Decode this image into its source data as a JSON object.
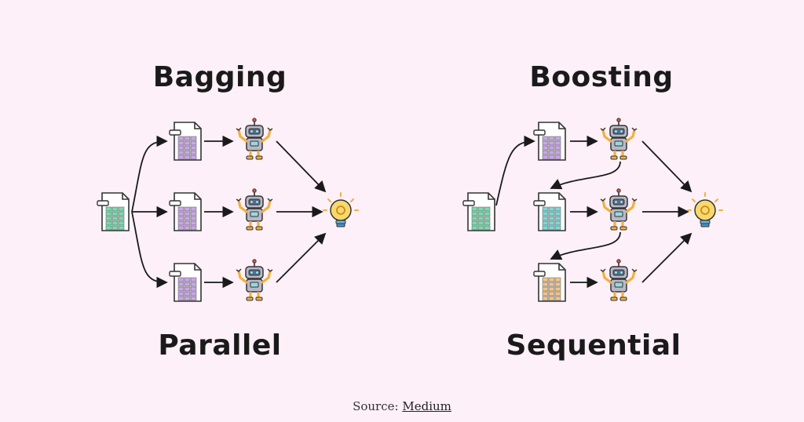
{
  "titles": {
    "bagging": "Bagging",
    "boosting": "Boosting",
    "parallel": "Parallel",
    "sequential": "Sequential"
  },
  "source": {
    "label": "Source:",
    "link_text": "Medium"
  },
  "colors": {
    "background": "#fdf0f8",
    "dataset_green": "#7fd8b0",
    "dataset_purple": "#c9a6e8",
    "dataset_cyan": "#7fd6d6",
    "dataset_orange": "#f2c38a",
    "robot_body": "#b8b8c8",
    "robot_limbs": "#f0b040",
    "bulb": "#f7d96b",
    "arrow": "#1a1a1a"
  },
  "icons": [
    "dataset-icon",
    "robot-model-icon",
    "lightbulb-icon"
  ]
}
